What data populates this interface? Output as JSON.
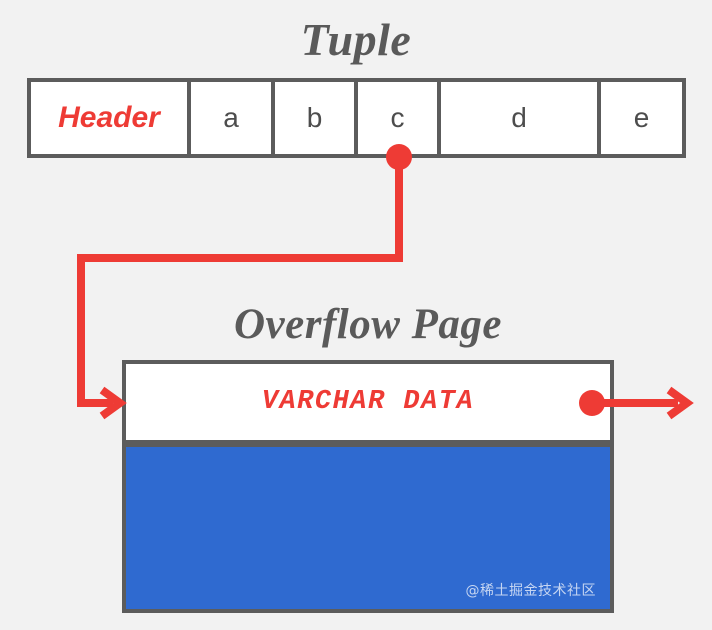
{
  "diagram": {
    "background_color": "#f2f2f2",
    "accent_red": "#ee3b35",
    "outline_gray": "#5c5c5c",
    "fill_blue": "#2f6ad0",
    "title_color": "#5a5a5a"
  },
  "tuple": {
    "title": "Tuple",
    "cells": [
      {
        "label": "Header",
        "kind": "header"
      },
      {
        "label": "a",
        "kind": "attribute"
      },
      {
        "label": "b",
        "kind": "attribute"
      },
      {
        "label": "c",
        "kind": "attribute"
      },
      {
        "label": "d",
        "kind": "attribute"
      },
      {
        "label": "e",
        "kind": "attribute"
      }
    ],
    "pointer_from_cell": "c"
  },
  "overflow_page": {
    "title": "Overflow Page",
    "header_label": "VARCHAR DATA",
    "body_fill": "#2f6ad0",
    "outgoing_pointer": true
  },
  "connectors": [
    {
      "name": "c-to-overflow-page",
      "from": "tuple cell c",
      "to": "overflow page header",
      "style": "orthogonal elbow with source dot and target arrowhead"
    },
    {
      "name": "overflow-page-next",
      "from": "overflow page header",
      "to": "off-page right",
      "style": "straight line with source dot and arrowhead"
    }
  ],
  "watermark": {
    "text": "@稀土掘金技术社区"
  }
}
